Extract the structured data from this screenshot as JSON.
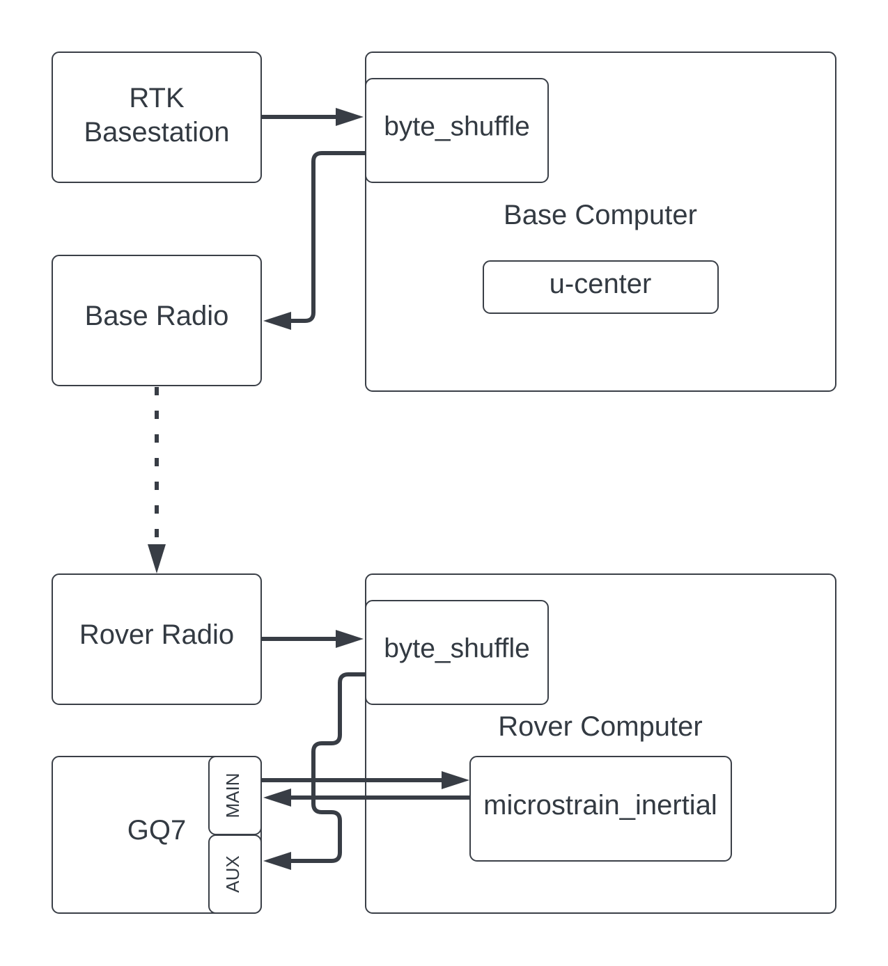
{
  "nodes": {
    "rtk_basestation": {
      "line1": "RTK",
      "line2": "Basestation"
    },
    "base_radio": "Base Radio",
    "base_computer": "Base Computer",
    "base_byte_shuffle": "byte_shuffle",
    "u_center": "u-center",
    "rover_radio": "Rover Radio",
    "rover_computer": "Rover Computer",
    "rover_byte_shuffle": "byte_shuffle",
    "microstrain_inertial": "microstrain_inertial",
    "gq7": "GQ7",
    "gq7_main_port": "MAIN",
    "gq7_aux_port": "AUX"
  },
  "colors": {
    "box_stroke": "#3a3f47",
    "connector": "#383d45",
    "text": "#333a42"
  }
}
